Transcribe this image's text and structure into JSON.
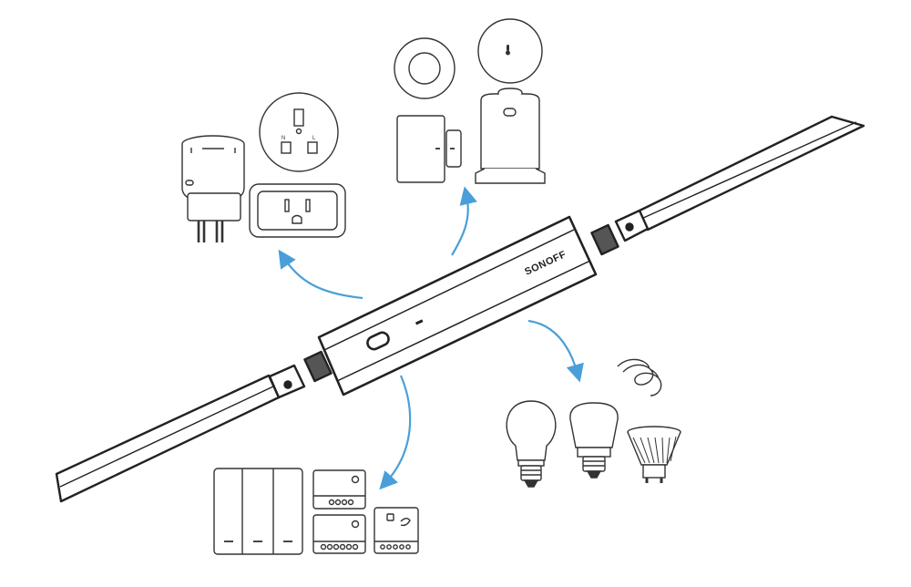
{
  "hub": {
    "brand": "SONOFF"
  },
  "outlet_labels": {
    "neutral": "N",
    "live": "L"
  },
  "colors": {
    "outline": "#222222",
    "arrow": "#4a9fd8",
    "background": "#ffffff",
    "device_fill": "#ffffff",
    "device_stroke": "#333333"
  },
  "categories": [
    {
      "id": "plugs",
      "icon": "smart-plug-icon"
    },
    {
      "id": "sensors",
      "icon": "sensor-icon"
    },
    {
      "id": "switches",
      "icon": "wall-switch-icon"
    },
    {
      "id": "lights",
      "icon": "smart-bulb-icon"
    }
  ]
}
